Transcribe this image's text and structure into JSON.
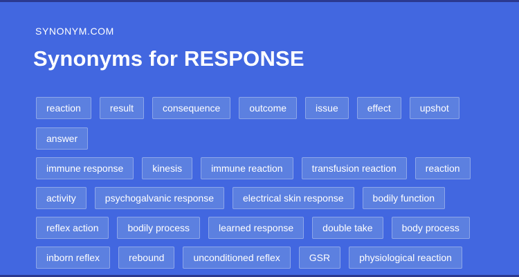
{
  "page": {
    "background_color": "#4267E0",
    "edge_bar_color": "#2B3990",
    "tag_background_color": "#5C80E0",
    "text_color": "#FFFFFF"
  },
  "header": {
    "brand": "SYNONYM.COM",
    "title": "Synonyms for RESPONSE"
  },
  "synonym_rows": [
    [
      "reaction",
      "result",
      "consequence",
      "outcome",
      "issue",
      "effect",
      "upshot",
      "answer"
    ],
    [
      "immune response",
      "kinesis",
      "immune reaction",
      "transfusion reaction",
      "reaction"
    ],
    [
      "activity",
      "psychogalvanic response",
      "electrical skin response",
      "bodily function"
    ],
    [
      "reflex action",
      "bodily process",
      "learned response",
      "double take",
      "body process"
    ],
    [
      "inborn reflex",
      "rebound",
      "unconditioned reflex",
      "GSR",
      "physiological reaction"
    ]
  ]
}
